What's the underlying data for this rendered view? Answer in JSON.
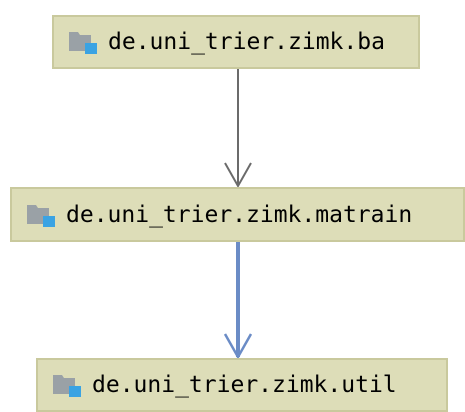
{
  "nodes": [
    {
      "label": "de.uni_trier.zimk.ba",
      "icon": "package-icon"
    },
    {
      "label": "de.uni_trier.zimk.matrain",
      "icon": "package-icon"
    },
    {
      "label": "de.uni_trier.zimk.util",
      "icon": "package-icon"
    }
  ],
  "edges": [
    {
      "from": "de.uni_trier.zimk.ba",
      "to": "de.uni_trier.zimk.matrain",
      "color": "#6b6b6b"
    },
    {
      "from": "de.uni_trier.zimk.matrain",
      "to": "de.uni_trier.zimk.util",
      "color": "#6b8cc6"
    }
  ],
  "colors": {
    "node_fill": "#ddddb8",
    "node_border": "#c9c99d",
    "icon_folder": "#9aa1a6",
    "icon_badge": "#3aa3e3"
  }
}
